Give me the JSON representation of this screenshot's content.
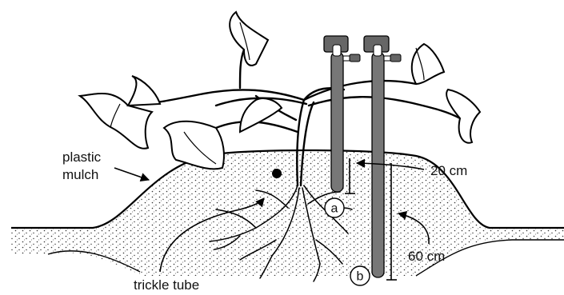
{
  "labels": {
    "plastic_mulch_line1": "plastic",
    "plastic_mulch_line2": "mulch",
    "trickle_tube": "trickle tube",
    "depth_a": "20 cm",
    "depth_b": "60 cm",
    "tube_a": "a",
    "tube_b": "b"
  }
}
